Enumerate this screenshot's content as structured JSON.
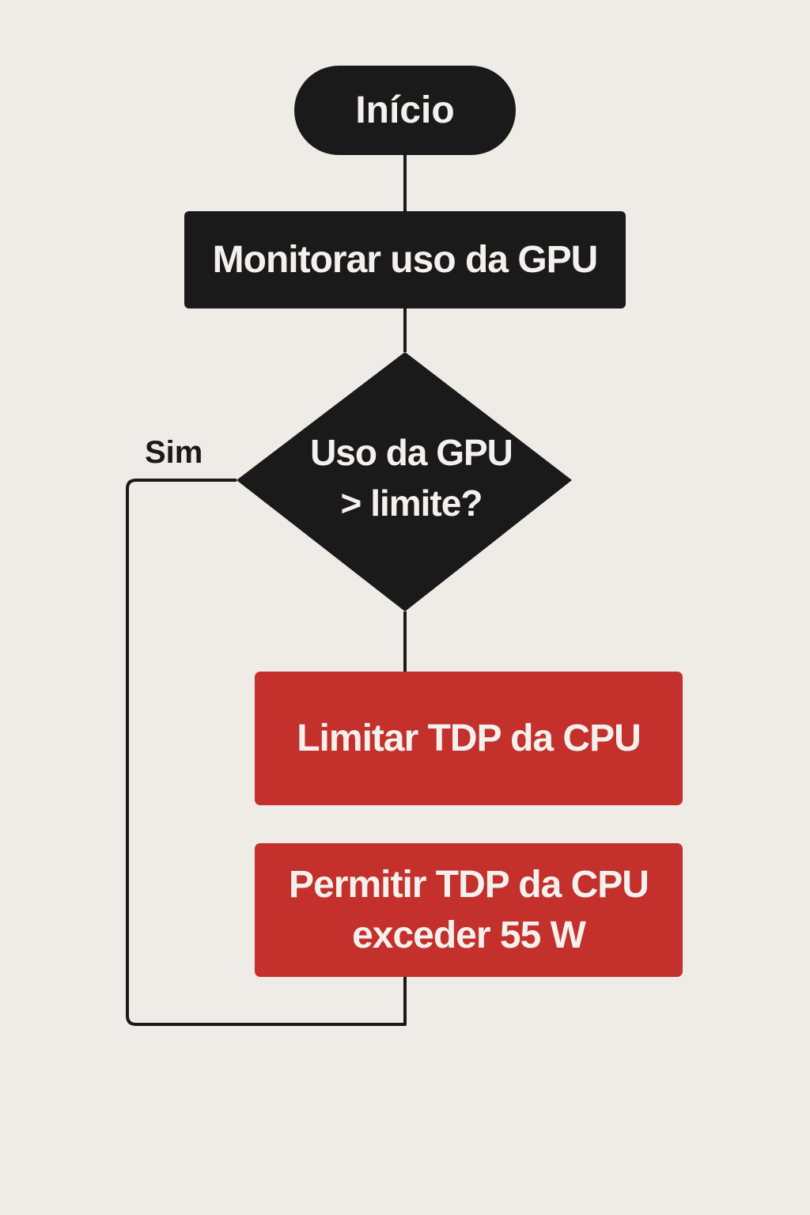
{
  "flowchart": {
    "start": "Início",
    "process": "Monitorar uso da GPU",
    "decision_line1": "Uso da GPU",
    "decision_line2": "> limite?",
    "yes_label": "Sim",
    "action1": "Limitar TDP da CPU",
    "action2": "Permitir TDP da CPU exceder 55 W"
  },
  "colors": {
    "background": "#efece8",
    "dark": "#1a1a1a",
    "red": "#c4302b"
  }
}
